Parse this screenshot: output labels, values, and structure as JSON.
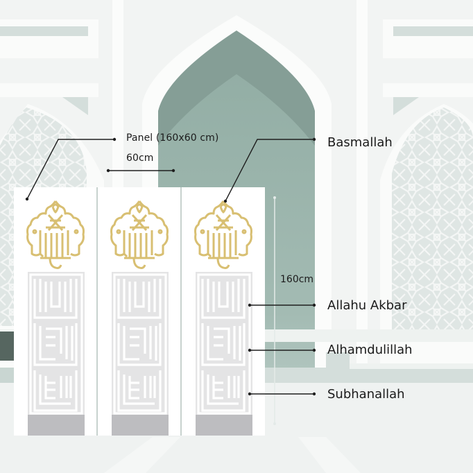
{
  "diagram": {
    "title": "Panel (160x60 cm)",
    "width_label": "60cm",
    "height_label": "160cm",
    "callouts": [
      {
        "id": "basmallah",
        "label": "Basmallah"
      },
      {
        "id": "allahu-akbar",
        "label": "Allahu Akbar"
      },
      {
        "id": "alhamdulillah",
        "label": "Alhamdulillah"
      },
      {
        "id": "subhanallah",
        "label": "Subhanallah"
      }
    ],
    "panels": [
      {
        "index": 1,
        "top_ornament": "basmallah-calligraphy",
        "bottom_ornament": "square-kufic-calligraphy"
      },
      {
        "index": 2,
        "top_ornament": "basmallah-calligraphy",
        "bottom_ornament": "square-kufic-calligraphy"
      },
      {
        "index": 3,
        "top_ornament": "basmallah-calligraphy",
        "bottom_ornament": "square-kufic-calligraphy"
      }
    ],
    "panel_count": 3
  },
  "colors": {
    "background": "#f2f4f3",
    "arch_dark": "#859e96",
    "arch_light": "#93aea5",
    "pattern": "#dce3e1",
    "gold": "#d8bf72",
    "kufic_gray": "#c9c9cb",
    "panel_white": "#ffffff",
    "leader_line": "#1f1f1f",
    "dark_block": "#566660"
  }
}
